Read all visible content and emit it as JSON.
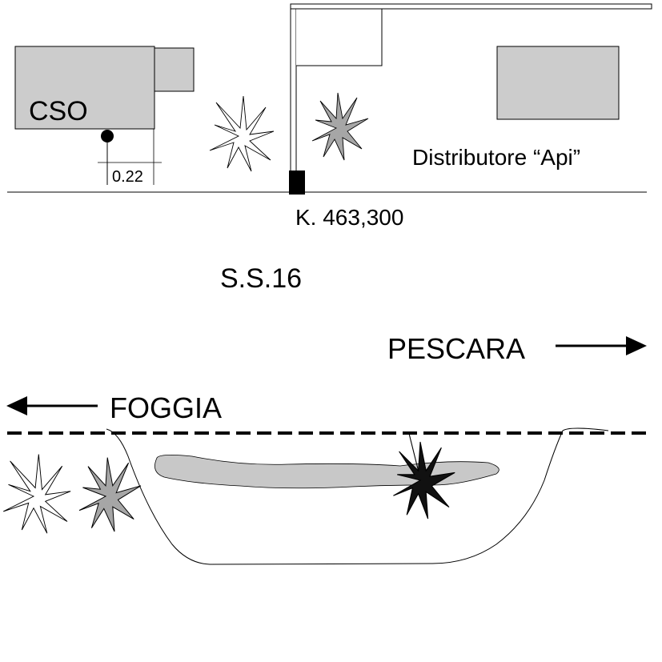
{
  "labels": {
    "building_left": "CSO",
    "distance": "0.22",
    "station": "Distributore “Api”",
    "kilometer_marker": "K. 463,300",
    "road_name": "S.S.16",
    "direction_right": "PESCARA",
    "direction_left": "FOGGIA"
  },
  "icons": {
    "arrow_right": "arrow-right-icon",
    "arrow_left": "arrow-left-icon",
    "plant": "plant-icon",
    "sign_pole": "sign-pole-icon"
  },
  "colors": {
    "building_fill": "#cccccc",
    "plant_gray": "#a6a6a6",
    "plant_black": "#111111",
    "water_fill": "#c8c8c8",
    "line": "#000000"
  }
}
